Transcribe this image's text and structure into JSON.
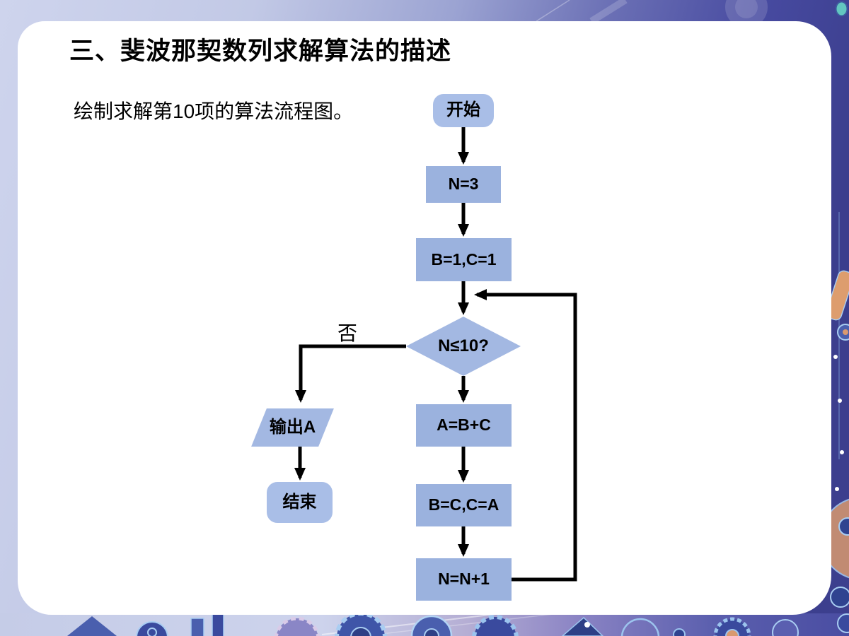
{
  "slide": {
    "title": "三、斐波那契数列求解算法的描述",
    "body_text": "绘制求解第10项的算法流程图。"
  },
  "flowchart": {
    "nodes": [
      {
        "id": "start",
        "type": "terminator",
        "label": "开始"
      },
      {
        "id": "set-n",
        "type": "process",
        "label": "N=3"
      },
      {
        "id": "set-bc",
        "type": "process",
        "label": "B=1,C=1"
      },
      {
        "id": "check-n",
        "type": "decision",
        "label": "N≤10?"
      },
      {
        "id": "sum",
        "type": "process",
        "label": "A=B+C"
      },
      {
        "id": "shift",
        "type": "process",
        "label": "B=C,C=A"
      },
      {
        "id": "increment",
        "type": "process",
        "label": "N=N+1"
      },
      {
        "id": "output-a",
        "type": "io",
        "label": "输出A"
      },
      {
        "id": "end",
        "type": "terminator",
        "label": "结束"
      }
    ],
    "labels": {
      "no_branch": "否"
    },
    "colors": {
      "terminator_fill": "#a9bee7",
      "process_fill": "#9bb2de",
      "decision_fill": "#a3b8e2",
      "connector": "#000000"
    }
  },
  "background": {
    "accent_dot_color": "#63c6c0",
    "right_panel_color": "#3d3f8e",
    "left_tint_color": "#ccd3ec",
    "bottom_band_left_color": "#c5cce7",
    "bottom_band_right_color": "#4a4da2"
  }
}
